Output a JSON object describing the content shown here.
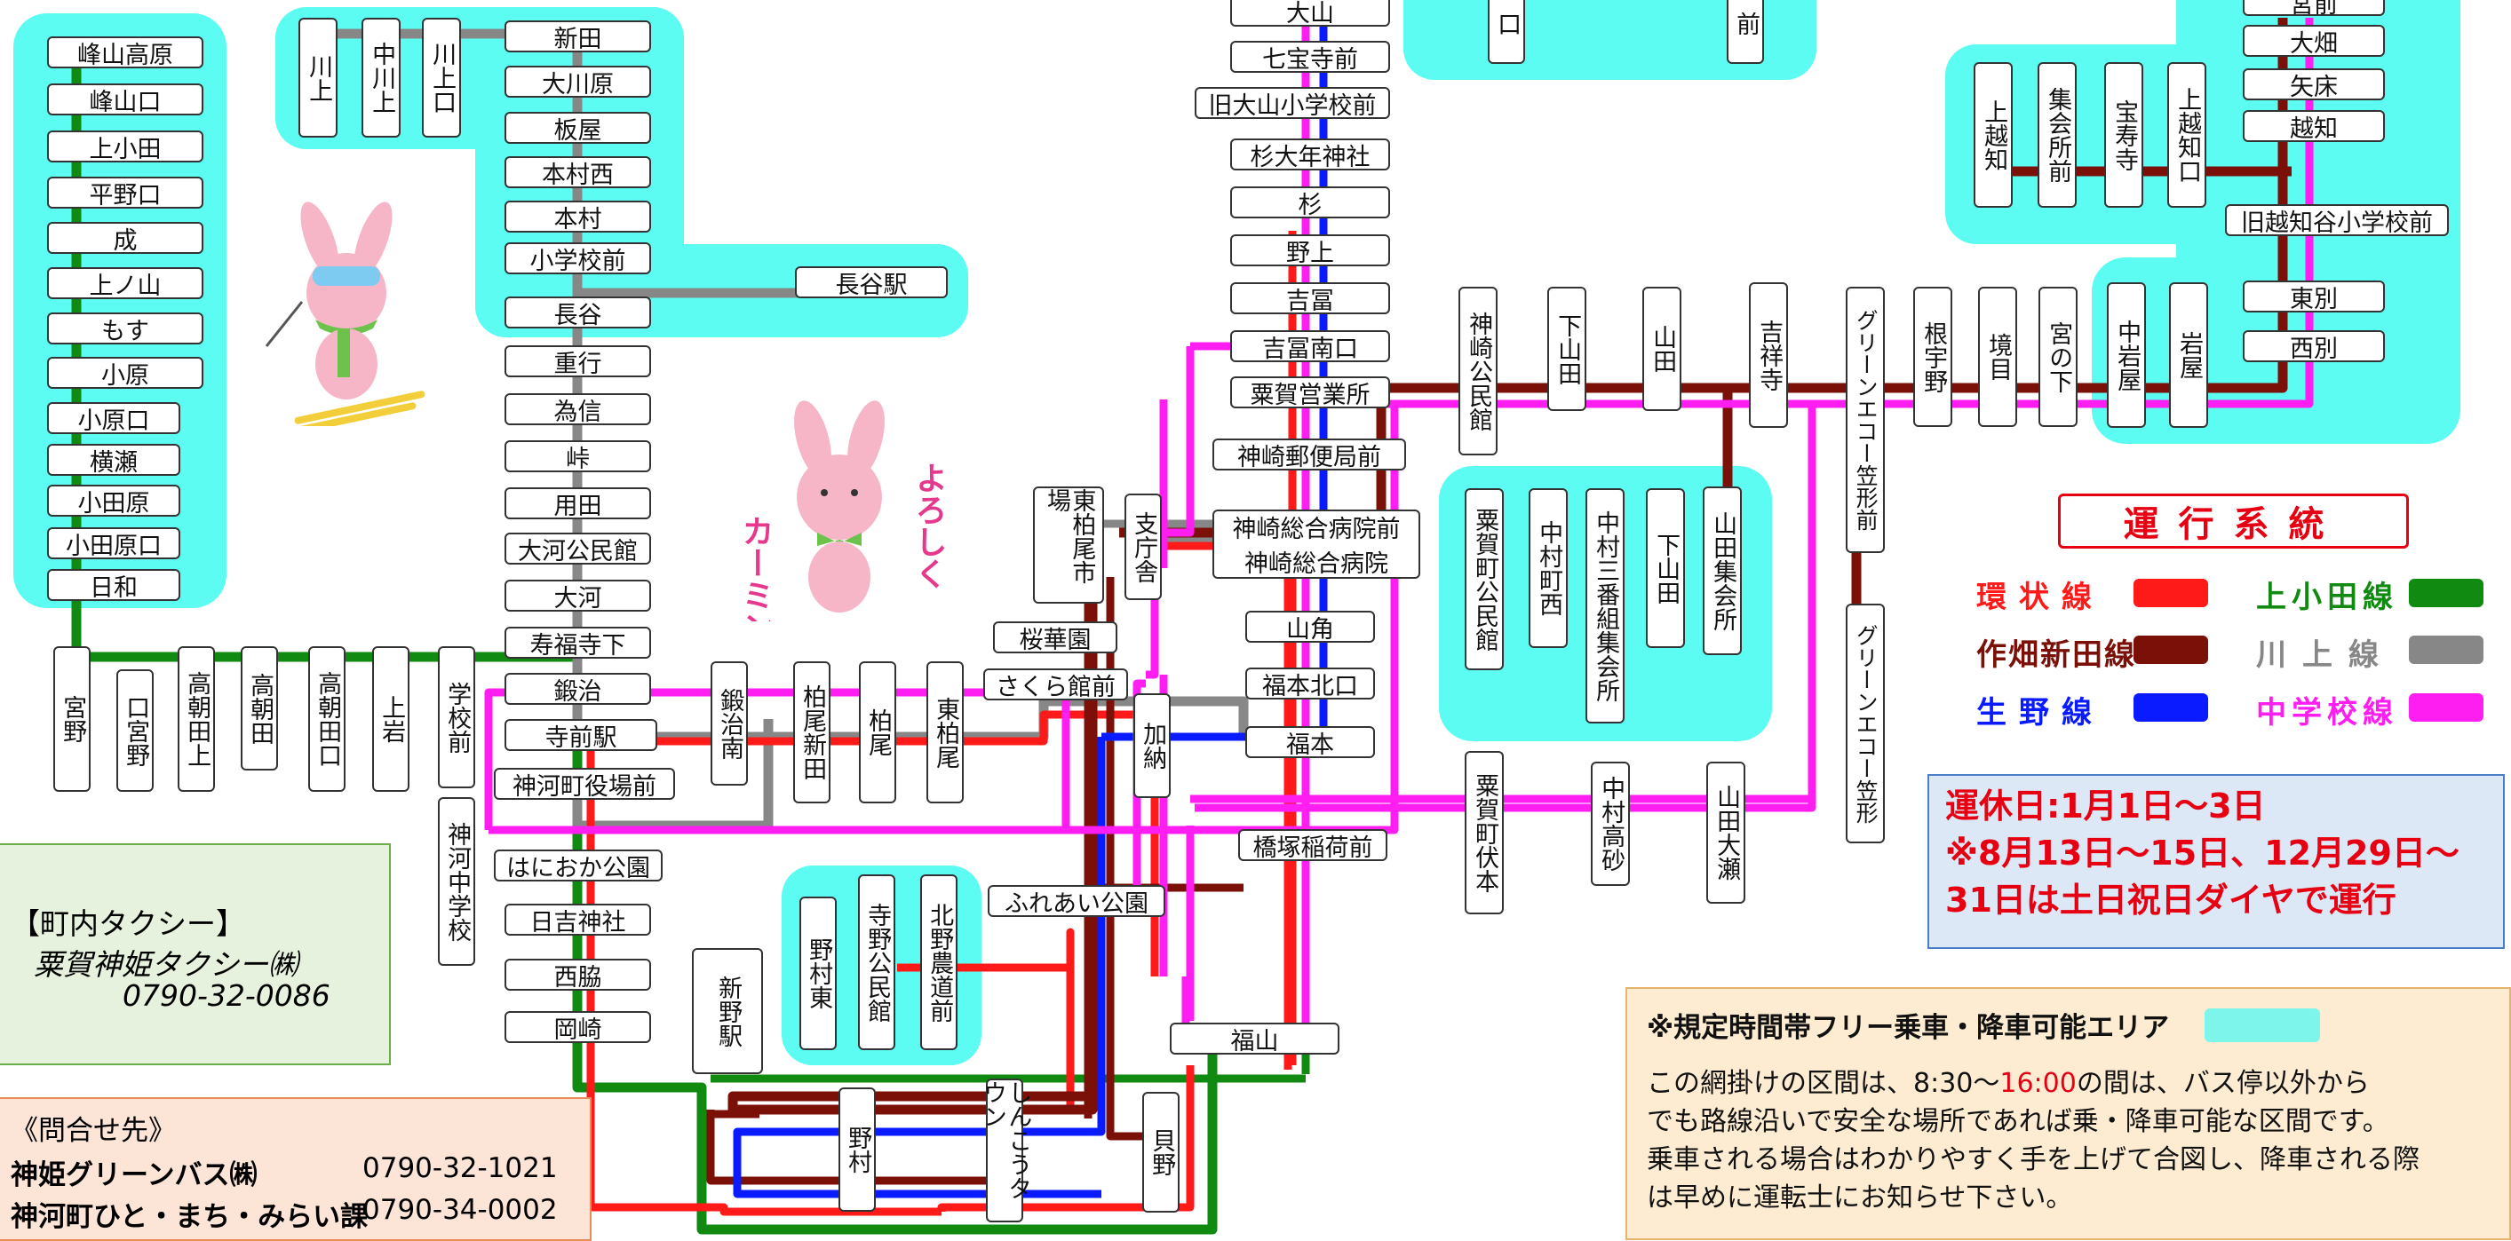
{
  "legend": {
    "title": "運行系統",
    "lines": [
      {
        "label": "環状線",
        "color": "#ff1a1a"
      },
      {
        "label": "作畑新田線",
        "color": "#7a1008"
      },
      {
        "label": "生野線",
        "color": "#0a1bff"
      },
      {
        "label": "上小田線",
        "color": "#118a11"
      },
      {
        "label": "川上線",
        "color": "#878787"
      },
      {
        "label": "中学校線",
        "color": "#ff1ef2"
      }
    ]
  },
  "free_zone_color": "#5cfcf3",
  "holiday": {
    "line1": "運休日:1月1日〜3日",
    "line2": "※8月13日〜15日、12月29日〜",
    "line3": "31日は土日祝日ダイヤで運行"
  },
  "free_area": {
    "title": "※規定時間帯フリー乗車・降車可能エリア",
    "text_before": "この網掛けの区間は、8:30〜",
    "time_highlight": "16:00",
    "text_after": "の間は、バス停以外から",
    "line2": "でも路線沿いで安全な場所であれば乗・降車可能な区間です。",
    "line3": "乗車される場合はわかりやすく手を上げて合図し、降車される際",
    "line4": "は早めに運転士にお知らせ下さい。"
  },
  "taxi": {
    "heading": "【町内タクシー】",
    "company": "粟賀神姫タクシー㈱",
    "phone": "0790-32-0086"
  },
  "contact": {
    "heading": "《問合せ先》",
    "rows": [
      {
        "name": "神姫グリーンバス㈱",
        "phone": "0790-32-1021"
      },
      {
        "name": "神河町ひと・まち・みらい課",
        "phone": "0790-34-0002"
      }
    ]
  },
  "mascot_greeting": {
    "left": "カーミン",
    "right": "よろしく"
  },
  "stops": {
    "minezan_kogen": "峰山高原",
    "minezan_guchi": "峰山口",
    "kamioda": "上小田",
    "hiranoguchi": "平野口",
    "nari": "成",
    "kaminoyama": "上ノ山",
    "mosu": "もす",
    "obara": "小原",
    "obaraguchi": "小原口",
    "yokose": "横瀬",
    "odahara": "小田原",
    "odaharaguchi": "小田原口",
    "hiwa": "日和",
    "kawakami": "川上",
    "nakakawakami": "中川上",
    "kawakamiguchi": "川上口",
    "shinden": "新田",
    "ogawara": "大川原",
    "itaya": "板屋",
    "honmuranishi": "本村西",
    "honmura": "本村",
    "shogakkomae": "小学校前",
    "hase": "長谷",
    "hase_eki": "長谷駅",
    "shigeyuki": "重行",
    "tamenobu": "為信",
    "tao": "峠",
    "yoda": "用田",
    "okochi_kominkan": "大河公民館",
    "okochi": "大河",
    "jukojishita": "寿福寺下",
    "kaji": "鍛治",
    "teramae_eki": "寺前駅",
    "yakubamae": "神河町役場前",
    "haniokakoen": "はにおか公園",
    "hiyoshijinja": "日吉神社",
    "nishiwaki": "西脇",
    "okazaki": "岡崎",
    "miyano": "宮野",
    "kuchimiyano": "口宮野",
    "takatomojo": "高朝田上",
    "takatomoda": "高朝田",
    "takatomodaguchi": "高朝田口",
    "kamiiwa": "上岩",
    "gakkomae": "学校前",
    "kamikawa_chugakko": "神河中学校",
    "kajiminami": "鍛治南",
    "kashiwaoshinden": "柏尾新田",
    "kashiwao": "柏尾",
    "higashikashiwao": "東柏尾",
    "higashikashiwao_ichiba": "東柏尾市場",
    "shichosha": "支庁舎",
    "okaen": "桜華園",
    "sakurakanmae": "さくら館前",
    "kano": "加納",
    "fureaikoen": "ふれあい公園",
    "shinno_eki": "新野駅",
    "nomura_higashi": "野村東",
    "terano_kominkan": "寺野公民館",
    "kitano_nodomae": "北野農道前",
    "nomura": "野村",
    "shinko_town": "しんこうタウン",
    "kaino": "貝野",
    "fukuyama": "福山",
    "oyama": "大山",
    "shichihojimae": "七宝寺前",
    "kyu_oyama": "旧大山小学校前",
    "sugi_onen": "杉大年神社",
    "sugi": "杉",
    "nogami": "野上",
    "yoshitomi": "吉冨",
    "yoshitomi_minamiguchi": "吉冨南口",
    "aga_eigyosho": "粟賀営業所",
    "kanzaki_yubinkyoku": "神崎郵便局前",
    "byoinmae": "神崎総合病院前",
    "byoin": "神崎総合病院",
    "yamazumi": "山角",
    "fukumoto_kitaguchi": "福本北口",
    "fukumoto": "福本",
    "hashizuka": "橋塚稲荷前",
    "kanzaki_kominkan": "神崎公民館",
    "shimoyamada": "下山田",
    "yamada": "山田",
    "kisshoji": "吉祥寺",
    "green_echo_mae": "グリーンエコー笠形前",
    "green_echo": "グリーンエコー笠形",
    "neuno": "根宇野",
    "sakaime": "境目",
    "miyanoshita": "宮の下",
    "nakaiwaya": "中岩屋",
    "iwaya": "岩屋",
    "agamachi_kominkan": "粟賀町公民館",
    "nakamuramachinishi": "中村町西",
    "nakamura_sanbangumi": "中村三番組集会所",
    "shimoyamada2": "下山田",
    "yamada_shukaisho": "山田集会所",
    "agamachi_fushimoto": "粟賀町伏本",
    "nakamura_takasago": "中村高砂",
    "yamada_ose": "山田大瀬",
    "kamigochi": "上越知",
    "shukaishomae": "集会所前",
    "hojuji": "宝寿寺",
    "kamigochiguchi": "上越知口",
    "miyamae": "宮前",
    "ohata": "大畑",
    "yatoko": "矢床",
    "gochi": "越知",
    "kyu_gochidani": "旧越知谷小学校前",
    "higashibetsu": "東別",
    "nishibetsu": "西別",
    "top_kuchi": "口",
    "top_mae": "前"
  }
}
